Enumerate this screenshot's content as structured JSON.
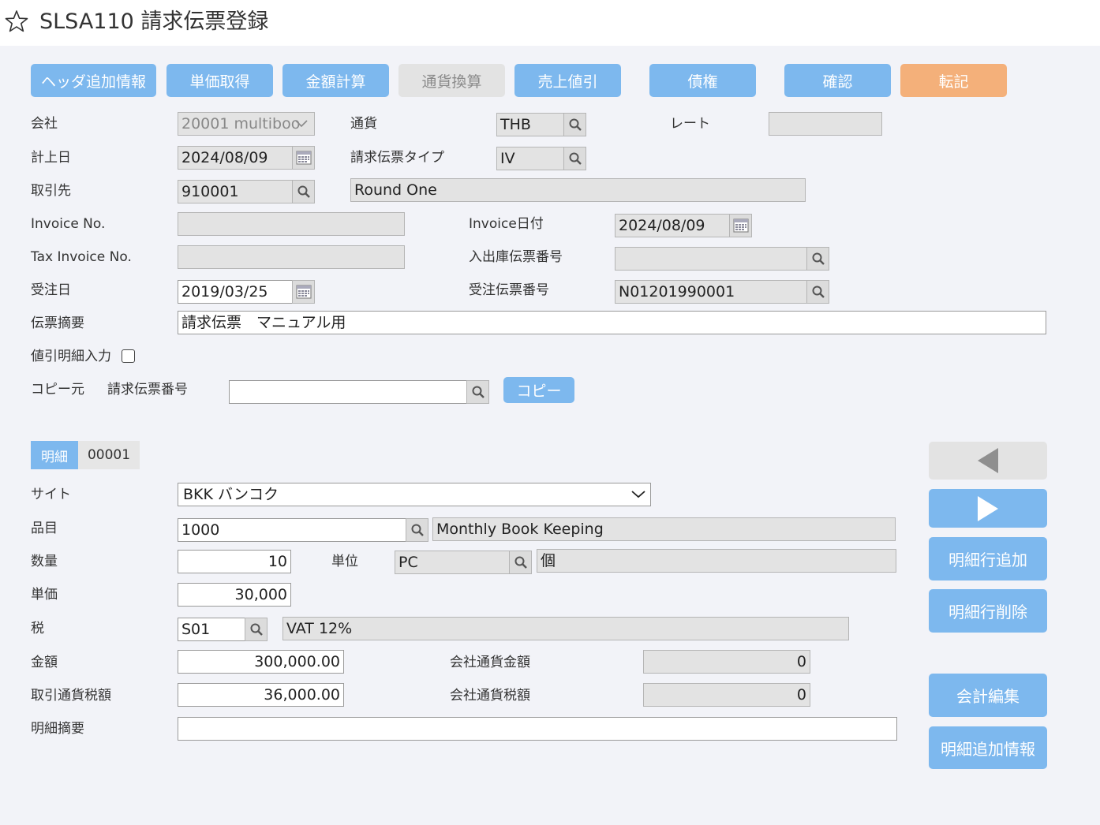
{
  "title": "SLSA110 請求伝票登録",
  "toolbar": {
    "header_info": "ヘッダ追加情報",
    "get_price": "単価取得",
    "calc_amount": "金額計算",
    "currency_conv": "通貨換算",
    "sales_discount": "売上値引",
    "receivable": "債権",
    "confirm": "確認",
    "post": "転記"
  },
  "header": {
    "company_label": "会社",
    "company_value": "20001 multiboo",
    "currency_label": "通貨",
    "currency_value": "THB",
    "rate_label": "レート",
    "rate_value": "",
    "posting_date_label": "計上日",
    "posting_date_value": "2024/08/09",
    "invoice_type_label": "請求伝票タイプ",
    "invoice_type_value": "IV",
    "partner_label": "取引先",
    "partner_code": "910001",
    "partner_name": "Round One",
    "invoice_no_label": "Invoice No.",
    "invoice_no_value": "",
    "invoice_date_label": "Invoice日付",
    "invoice_date_value": "2024/08/09",
    "tax_invoice_no_label": "Tax Invoice No.",
    "tax_invoice_no_value": "",
    "stock_slip_label": "入出庫伝票番号",
    "stock_slip_value": "",
    "order_date_label": "受注日",
    "order_date_value": "2019/03/25",
    "order_slip_label": "受注伝票番号",
    "order_slip_value": "N01201990001",
    "summary_label": "伝票摘要",
    "summary_value": "請求伝票　マニュアル用",
    "discount_detail_label": "値引明細入力",
    "copy_from_label": "コピー元",
    "copy_slip_label": "請求伝票番号",
    "copy_slip_value": "",
    "copy_button": "コピー"
  },
  "detail": {
    "tab_label": "明細",
    "tab_number": "00001",
    "site_label": "サイト",
    "site_value": "BKK バンコク",
    "item_label": "品目",
    "item_code": "1000",
    "item_name": "Monthly Book Keeping",
    "qty_label": "数量",
    "qty_value": "10",
    "unit_label": "単位",
    "unit_code": "PC",
    "unit_name": "個",
    "price_label": "単価",
    "price_value": "30,000",
    "tax_label": "税",
    "tax_code": "S01",
    "tax_name": "VAT 12%",
    "amount_label": "金額",
    "amount_value": "300,000.00",
    "company_amount_label": "会社通貨金額",
    "company_amount_value": "0",
    "tax_amount_label": "取引通貨税額",
    "tax_amount_value": "36,000.00",
    "company_tax_label": "会社通貨税額",
    "company_tax_value": "0",
    "line_summary_label": "明細摘要",
    "line_summary_value": ""
  },
  "side": {
    "add_line": "明細行追加",
    "delete_line": "明細行削除",
    "accounting_edit": "会計編集",
    "line_extra_info": "明細追加情報"
  },
  "colors": {
    "primary": "#7db8ee",
    "orange": "#f4b07a",
    "disabled": "#e3e3e3",
    "background": "#f2f3f8"
  }
}
